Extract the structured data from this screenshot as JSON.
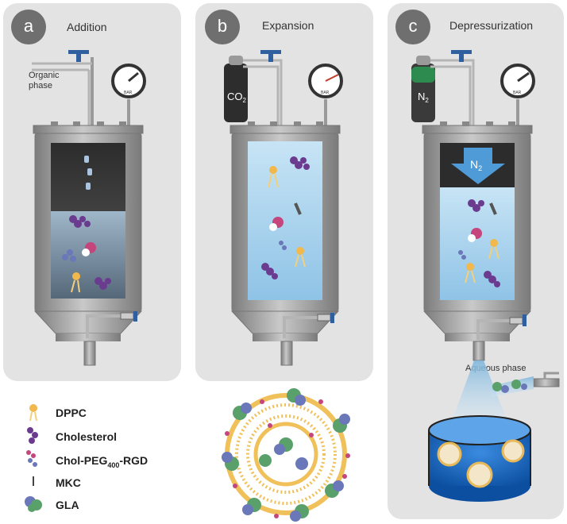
{
  "panels": [
    {
      "badge": "a",
      "title": "Addition"
    },
    {
      "badge": "b",
      "title": "Expansion"
    },
    {
      "badge": "c",
      "title": "Depressurization"
    }
  ],
  "labels": {
    "organic_phase_line1": "Organic",
    "organic_phase_line2": "phase",
    "co2_main": "CO",
    "co2_sub": "2",
    "n2_main": "N",
    "n2_sub": "2",
    "n2_arrow_main": "N",
    "n2_arrow_sub": "2",
    "gauge_unit": "BAR",
    "aqueous_phase": "Aqueous phase"
  },
  "legend": [
    {
      "name": "DPPC"
    },
    {
      "name": "Cholesterol"
    },
    {
      "name_main": "Chol-PEG",
      "name_sub": "400",
      "name_tail": "-RGD"
    },
    {
      "name": "MKC"
    },
    {
      "name": "GLA"
    }
  ],
  "colors": {
    "panel": "#e3e3e3",
    "badge": "#6f6f6f",
    "vessel": "#8e8e8e",
    "liquid": "#a9d4ee",
    "dppc": "#f2b84b",
    "cholesterol": "#6b3b8f",
    "gla": "#5aa06a",
    "valve": "#2f5f9e"
  }
}
